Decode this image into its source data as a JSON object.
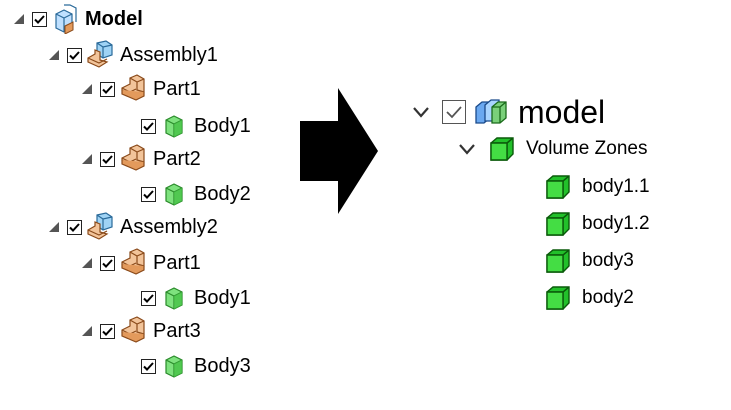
{
  "left_tree": {
    "root": "Model",
    "assembly1": "Assembly1",
    "part1_a": "Part1",
    "body1_a": "Body1",
    "part2": "Part2",
    "body2": "Body2",
    "assembly2": "Assembly2",
    "part1_b": "Part1",
    "body1_b": "Body1",
    "part3": "Part3",
    "body3": "Body3"
  },
  "right_tree": {
    "root": "model",
    "zones": "Volume Zones",
    "items": [
      "body1.1",
      "body1.2",
      "body3",
      "body2"
    ]
  },
  "colors": {
    "body_green": "#22c02a",
    "part_orange": "#e8a070",
    "assembly_blue": "#6ab0e8"
  }
}
